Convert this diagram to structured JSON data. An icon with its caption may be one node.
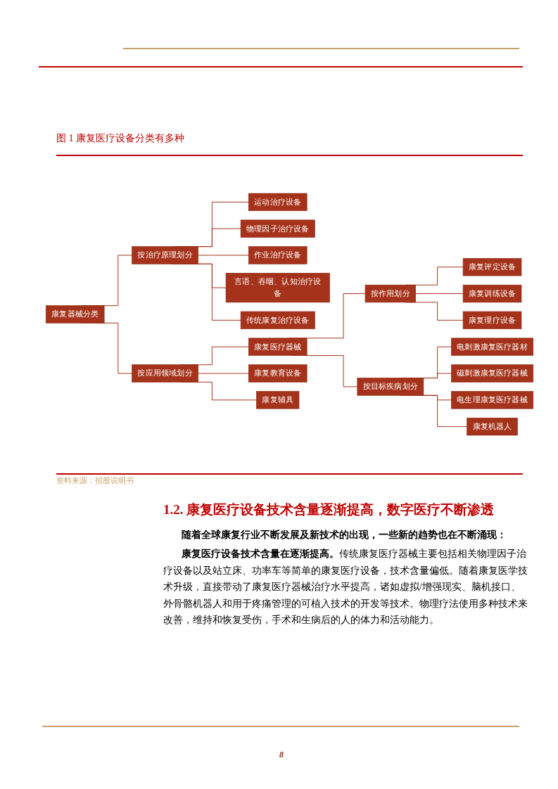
{
  "diagram": {
    "title": "图 1 康复医疗设备分类有多种",
    "caption": "资料来源：招股说明书",
    "nodes": [
      {
        "text": [
          "康复器械分类"
        ]
      },
      {
        "text": [
          "按治疗原理划分"
        ]
      },
      {
        "text": [
          "运动治疗设备"
        ]
      },
      {
        "text": [
          "物理因子治疗设备"
        ]
      },
      {
        "text": [
          "作业治疗设备"
        ]
      },
      {
        "text": [
          "言语、吞咽、认知治疗设备"
        ]
      },
      {
        "text": [
          "传统康复治疗设备"
        ]
      },
      {
        "text": [
          "按应用领域划分"
        ]
      },
      {
        "text": [
          "康复医疗器械"
        ]
      },
      {
        "text": [
          "康复教育设备"
        ]
      },
      {
        "text": [
          "康复辅具"
        ]
      },
      {
        "text": [
          "按作用划分"
        ]
      },
      {
        "text": [
          "按目标疾病划分"
        ]
      },
      {
        "text": [
          "康复评定设备"
        ]
      },
      {
        "text": [
          "康复训练设备"
        ]
      },
      {
        "text": [
          "康复理疗设备"
        ]
      },
      {
        "text": [
          "电刺激康复医疗器材"
        ]
      },
      {
        "text": [
          "磁刺激康复医疗器械"
        ]
      },
      {
        "text": [
          "电生理康复医疗器械"
        ]
      },
      {
        "text": [
          "康复机器人"
        ]
      }
    ],
    "edges": [
      {
        "from": 0,
        "to": 1,
        "arrow": "none"
      },
      {
        "from": 0,
        "to": 7,
        "arrow": "none"
      },
      {
        "from": 1,
        "to": 2,
        "arrow": "none"
      },
      {
        "from": 1,
        "to": 3,
        "arrow": "none"
      },
      {
        "from": 1,
        "to": 4,
        "arrow": "none"
      },
      {
        "from": 1,
        "to": 5,
        "arrow": "none"
      },
      {
        "from": 1,
        "to": 6,
        "arrow": "none"
      },
      {
        "from": 7,
        "to": 8,
        "arrow": "none"
      },
      {
        "from": 7,
        "to": 9,
        "arrow": "none"
      },
      {
        "from": 7,
        "to": 10,
        "arrow": "none"
      },
      {
        "from": 8,
        "to": 11,
        "arrow": "none"
      },
      {
        "from": 8,
        "to": 12,
        "arrow": "none"
      },
      {
        "from": 11,
        "to": 13,
        "arrow": "none"
      },
      {
        "from": 11,
        "to": 14,
        "arrow": "none"
      },
      {
        "from": 11,
        "to": 15,
        "arrow": "none"
      },
      {
        "from": 12,
        "to": 16,
        "arrow": "none"
      },
      {
        "from": 12,
        "to": 17,
        "arrow": "none"
      },
      {
        "from": 12,
        "to": 18,
        "arrow": "none"
      },
      {
        "from": 12,
        "to": 19,
        "arrow": "none"
      }
    ],
    "labels": [
      "1.2. 康复医疗设备技术含量逐渐提高，数字医疗不断渗透",
      "随着全球康复行业不断发展及新技术的出现，一些新的趋势也在不断涌现：",
      "**康复医疗设备技术含量在逐渐提高。**传统康复医疗器械主要包括相关物理因子治疗设备以及站立床、功率车等简单的康复医疗设备，技术含量偏低。随着康复医学技术升级，直接带动了康复医疗器械治疗水平提高，诸如虚拟/增强现实、脑机接口、外骨骼机器人和用于疼痛管理的可植入技术的开发等技术。物理疗法使用多种技术来改善，维持和恢复受伤，手术和生病后的人的体力和活动能力。",
      "8"
    ]
  }
}
